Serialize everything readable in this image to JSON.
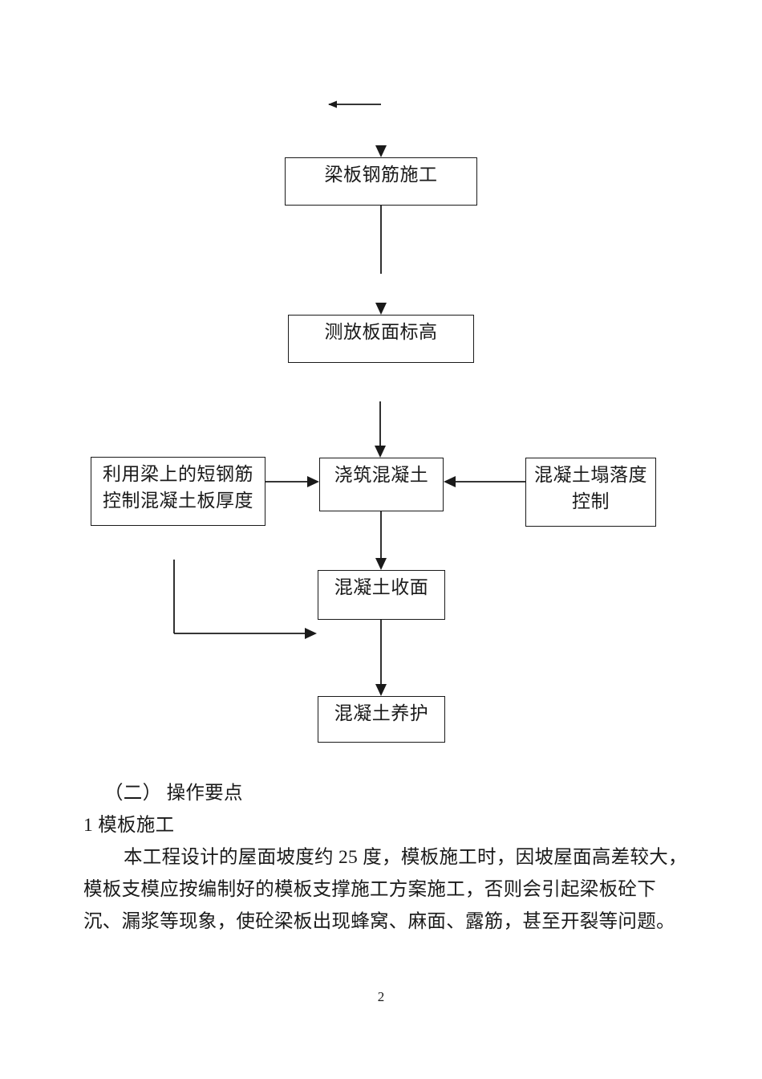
{
  "document": {
    "page_number": "2",
    "language": "zh-CN"
  },
  "flowchart": {
    "nodes": [
      {
        "id": "rebar",
        "label": "梁板钢筋施工",
        "lines": [
          "梁板钢筋施工"
        ]
      },
      {
        "id": "elevation",
        "label": "测放板面标高",
        "lines": [
          "测放板面标高"
        ]
      },
      {
        "id": "shortbar",
        "label": "利用梁上的短钢筋控制混凝土板厚度",
        "lines": [
          "利用梁上的短钢筋",
          "控制混凝土板厚度"
        ]
      },
      {
        "id": "pour",
        "label": "浇筑混凝土",
        "lines": [
          "浇筑混凝土"
        ]
      },
      {
        "id": "slump",
        "label": "混凝土塌落度控制",
        "lines": [
          "混凝土塌落度",
          "控制"
        ]
      },
      {
        "id": "finishing",
        "label": "混凝土收面",
        "lines": [
          "混凝土收面"
        ]
      },
      {
        "id": "curing",
        "label": "混凝土养护",
        "lines": [
          "混凝土养护"
        ]
      }
    ],
    "connectors": [
      {
        "id": "inflow-to-rebar",
        "from": "(top of page)",
        "to": "rebar",
        "direction": "down"
      },
      {
        "id": "rebar-to-elevation",
        "from": "rebar",
        "to": "elevation",
        "direction": "down"
      },
      {
        "id": "elevation-to-pour",
        "from": "elevation",
        "to": "pour",
        "direction": "down"
      },
      {
        "id": "shortbar-to-pour",
        "from": "shortbar",
        "to": "pour",
        "direction": "right"
      },
      {
        "id": "slump-to-pour",
        "from": "slump",
        "to": "pour",
        "direction": "left"
      },
      {
        "id": "pour-to-finishing",
        "from": "pour",
        "to": "finishing",
        "direction": "down"
      },
      {
        "id": "finishing-to-curing",
        "from": "finishing",
        "to": "curing",
        "direction": "down"
      },
      {
        "id": "bracket-to-finishing",
        "from": "(bracket)",
        "to": "finishing",
        "direction": "right"
      }
    ],
    "style": {
      "stroke": "#1a1a1a",
      "fill": "#ffffff",
      "stroke_width": 1.6
    }
  },
  "body": {
    "heading_section": "（二） 操作要点",
    "heading_item": "1 模板施工",
    "paragraph_lines": [
      "本工程设计的屋面坡度约 25 度，模板施工时，因坡屋面高差较大，",
      "模板支模应按编制好的模板支撑施工方案施工，否则会引起梁板砼下",
      "沉、漏浆等现象，使砼梁板出现蜂窝、麻面、露筋，甚至开裂等问题。"
    ]
  }
}
